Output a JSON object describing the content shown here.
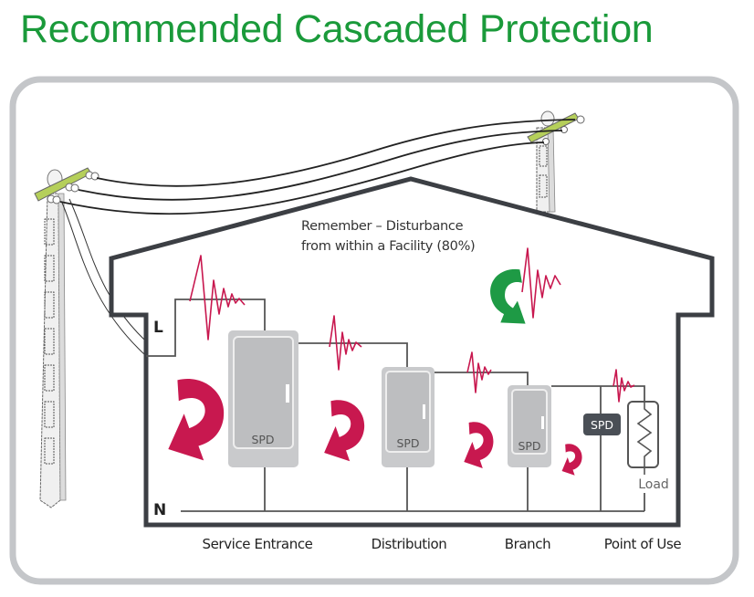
{
  "title": "Recommended Cascaded Protection",
  "note": {
    "line1": "Remember – Disturbance",
    "line2": "from within a Facility (80%)"
  },
  "conductors": {
    "line": "L",
    "neutral": "N"
  },
  "stages": [
    {
      "label": "Service Entrance",
      "device": "SPD",
      "device_style": "panel"
    },
    {
      "label": "Distribution",
      "device": "SPD",
      "device_style": "panel"
    },
    {
      "label": "Branch",
      "device": "SPD",
      "device_style": "panel"
    },
    {
      "label": "Point of Use",
      "device": "SPD",
      "device_style": "module",
      "load_label": "Load"
    }
  ],
  "colors": {
    "title": "#1a9a3a",
    "surge_arrow": "#c8184f",
    "internal_arrow": "#1e9a45",
    "surge_wave": "#c8184f",
    "panel_fill": "#c9cacc",
    "panel_inner": "#bdbec0",
    "spd_module": "#4a4f56",
    "frame": "#c4c6c9",
    "house_outline": "#3c3f44",
    "crossarm": "#b5cf5a"
  }
}
